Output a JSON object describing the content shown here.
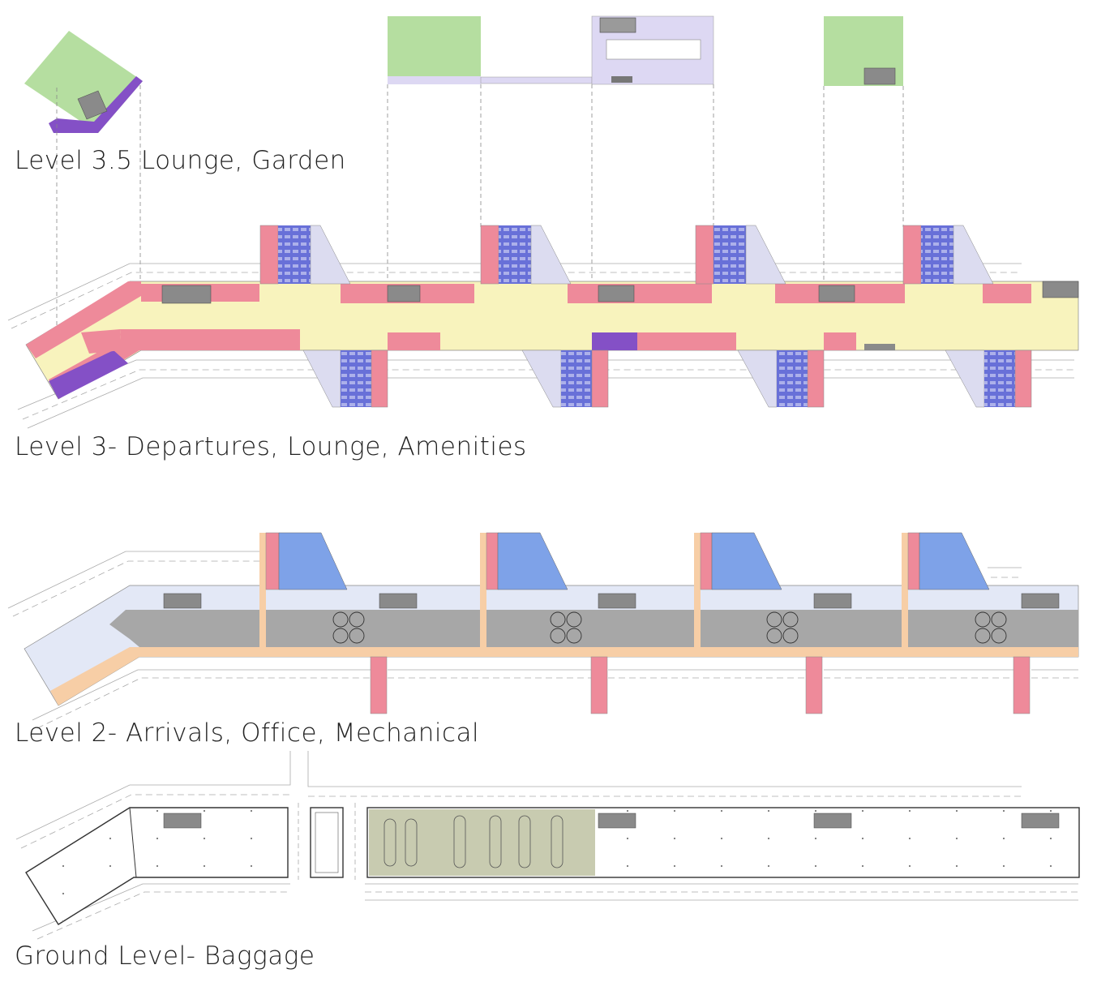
{
  "levels": {
    "level_35": "Level 3.5 Lounge, Garden",
    "level_3": "Level 3- Departures, Lounge, Amenities",
    "level_2": "Level 2- Arrivals, Office, Mechanical",
    "ground": "Ground Level- Baggage"
  },
  "colors": {
    "garden": "#b5dea0",
    "lounge": "#ddd8f3",
    "purple": "#8450c6",
    "gates": "#6870d8",
    "gate_light": "#dcdcf0",
    "amenity_pink": "#ee8a9a",
    "departures_yellow": "#f8f3bd",
    "arrivals_light": "#e3e8f6",
    "mechanical_gray": "#a7a7a7",
    "arrivals_blue": "#7ea2e8",
    "corridor_orange": "#f7cea6",
    "baggage_olive": "#c8cbb0",
    "core_gray": "#8a8a8a"
  }
}
